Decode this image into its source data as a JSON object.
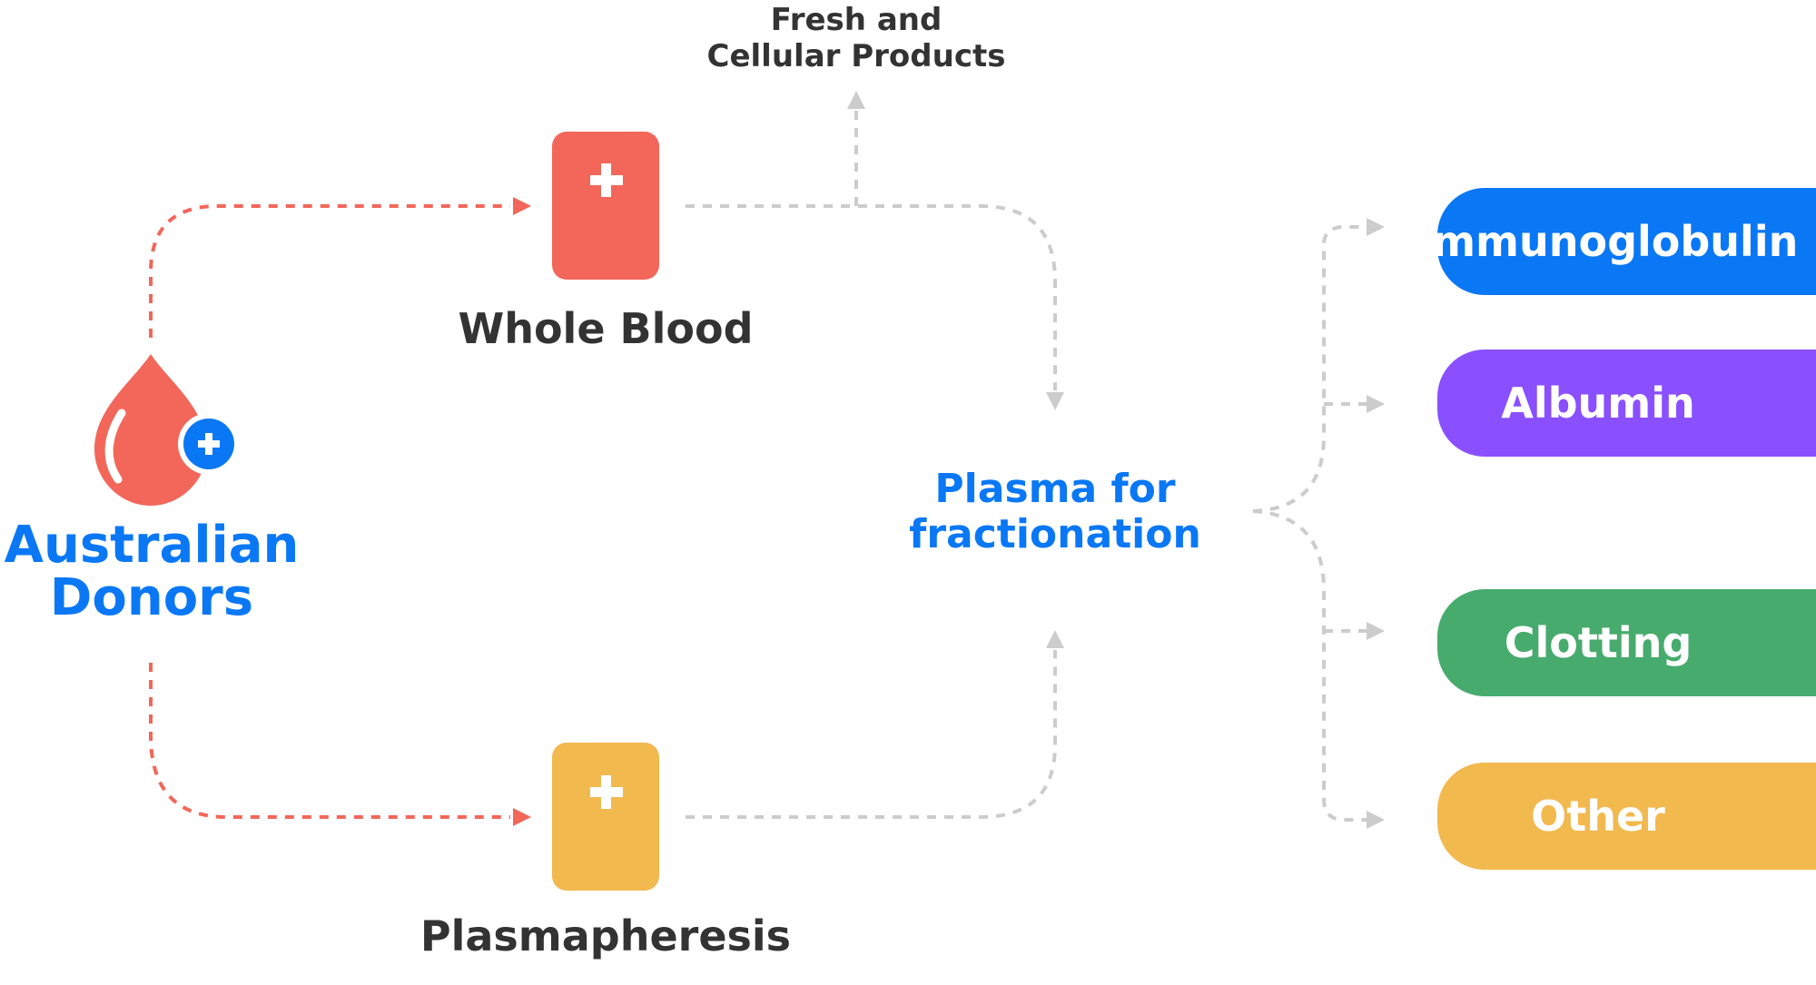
{
  "colors": {
    "red": "#f2675a",
    "blue": "#0a78f5",
    "purple": "#8a4fff",
    "green": "#48ab6e",
    "yellow": "#f2b94f",
    "gray": "#cccccc",
    "text": "#333333"
  },
  "labels": {
    "donors": [
      "Australian",
      "Donors"
    ],
    "fresh": [
      "Fresh and",
      "Cellular Products"
    ],
    "whole_blood": "Whole Blood",
    "plasmapheresis": "Plasmapheresis",
    "plasma": [
      "Plasma for",
      "fractionation"
    ]
  },
  "products": [
    {
      "label": "Immunoglobulin",
      "color": "#0a78f5"
    },
    {
      "label": "Albumin",
      "color": "#8a4fff"
    },
    {
      "label": "Clotting",
      "color": "#48ab6e"
    },
    {
      "label": "Other",
      "color": "#f2b94f"
    }
  ],
  "icons": {
    "donor": "blood-drop-plus-icon",
    "whole_blood": "blood-bag-icon",
    "plasma": "plasma-bag-icon"
  }
}
